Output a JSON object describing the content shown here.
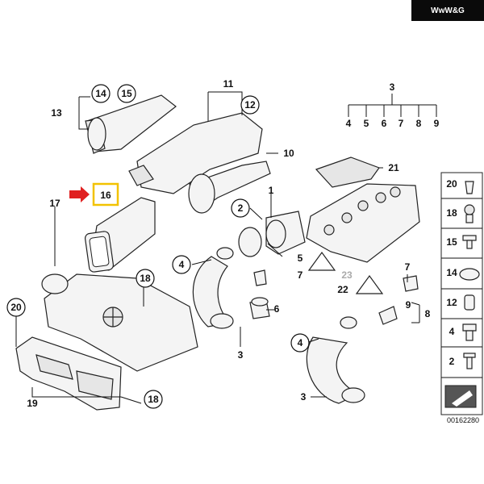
{
  "brand_badge": "WwW&G",
  "diagram_number": "00162280",
  "colors": {
    "highlight_box": "#f2c200",
    "arrow": "#e02020"
  },
  "callouts": {
    "c14": "14",
    "c15": "15",
    "c13": "13",
    "c11": "11",
    "c12": "12",
    "c3top": "3",
    "c4a": "4",
    "c5a": "5",
    "c6a": "6",
    "c7a": "7",
    "c8a": "8",
    "c9a": "9",
    "c10": "10",
    "c21": "21",
    "c1": "1",
    "c2": "2",
    "c16": "16",
    "c17": "17",
    "c18a": "18",
    "c20a": "20",
    "c19": "19",
    "c18b": "18",
    "c4b": "4",
    "c3b": "3",
    "c6b": "6",
    "c5b": "5",
    "c7b": "7",
    "c23": "23",
    "c22": "22",
    "c7c": "7",
    "c9b": "9",
    "c8b": "8",
    "c4c": "4",
    "c3c": "3"
  },
  "fastener_panel": [
    "20",
    "18",
    "15",
    "14",
    "12",
    "4",
    "2"
  ]
}
